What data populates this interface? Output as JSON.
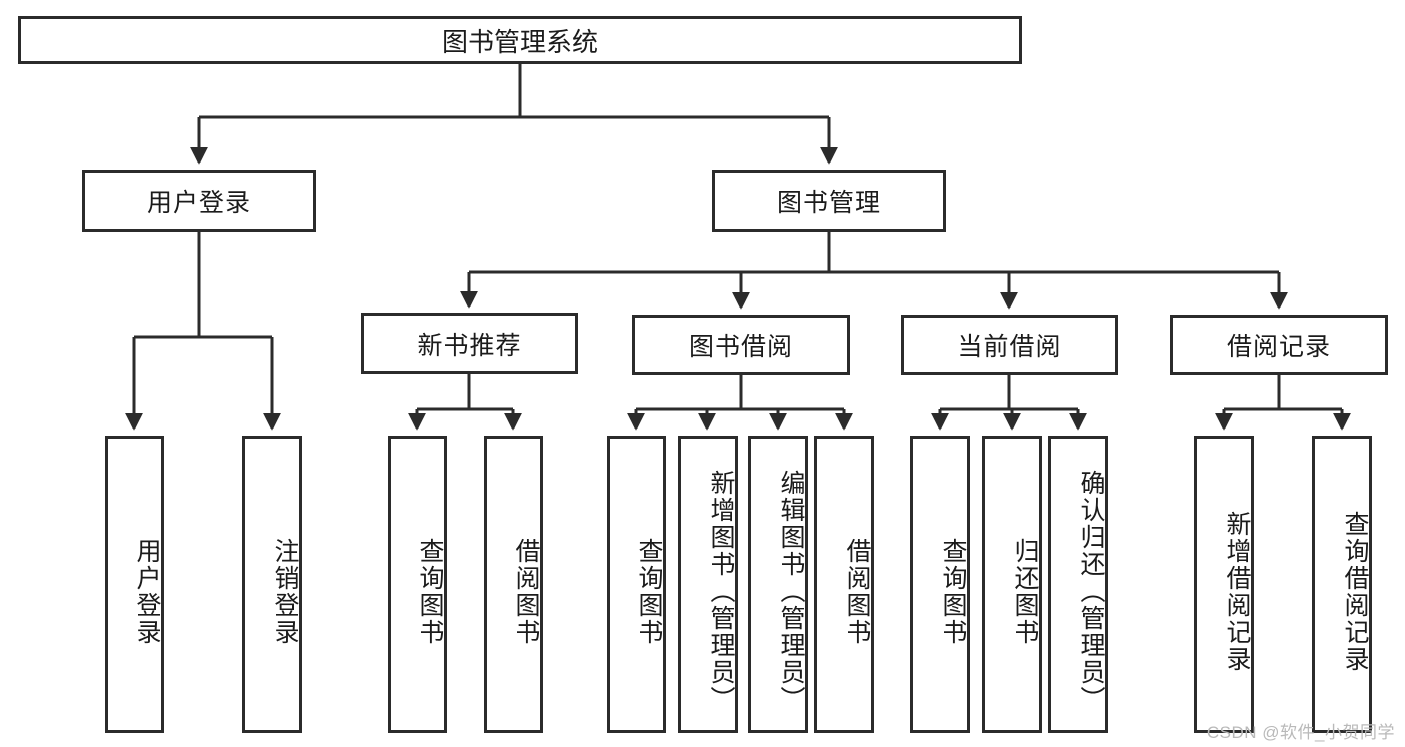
{
  "diagram": {
    "type": "tree-hierarchy",
    "title": "图书管理系统",
    "root": {
      "label": "图书管理系统"
    },
    "level2": [
      {
        "label": "用户登录"
      },
      {
        "label": "图书管理"
      }
    ],
    "level3": [
      {
        "label": "新书推荐"
      },
      {
        "label": "图书借阅"
      },
      {
        "label": "当前借阅"
      },
      {
        "label": "借阅记录"
      }
    ],
    "leaves": [
      {
        "label": "用户登录",
        "parent": "用户登录"
      },
      {
        "label": "注销登录",
        "parent": "用户登录"
      },
      {
        "label": "查询图书",
        "parent": "新书推荐"
      },
      {
        "label": "借阅图书",
        "parent": "新书推荐"
      },
      {
        "label": "查询图书",
        "parent": "图书借阅"
      },
      {
        "label": "新增图书（管理员）",
        "parent": "图书借阅"
      },
      {
        "label": "编辑图书（管理员）",
        "parent": "图书借阅"
      },
      {
        "label": "借阅图书",
        "parent": "图书借阅"
      },
      {
        "label": "查询图书",
        "parent": "当前借阅"
      },
      {
        "label": "归还图书",
        "parent": "当前借阅"
      },
      {
        "label": "确认归还（管理员）",
        "parent": "当前借阅"
      },
      {
        "label": "新增借阅记录",
        "parent": "借阅记录"
      },
      {
        "label": "查询借阅记录",
        "parent": "借阅记录"
      }
    ]
  },
  "watermark": {
    "text": "CSDN @软件_小贺同学"
  },
  "colors": {
    "stroke": "#2b2b2b",
    "background": "#ffffff",
    "text": "#1b1b1b",
    "watermark": "#b9b9b9"
  }
}
